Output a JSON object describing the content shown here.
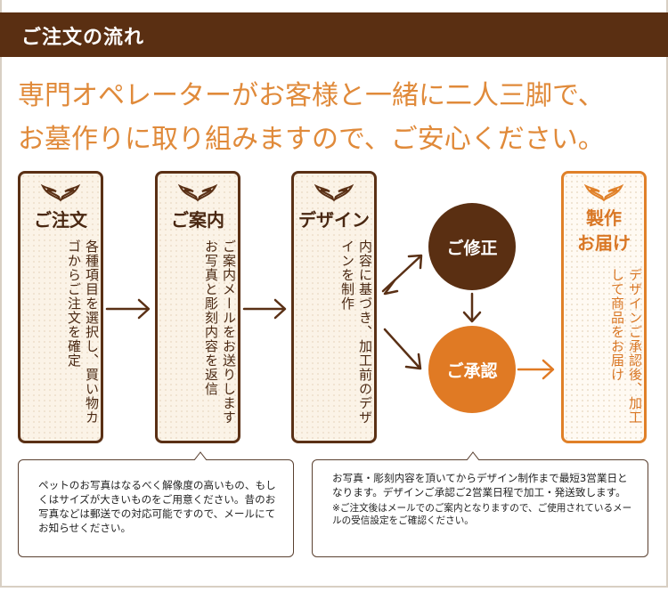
{
  "header": {
    "title": "ご注文の流れ"
  },
  "lead": {
    "line1": "専門オペレーターがお客様と一緒に二人三脚で、",
    "line2": "お墓作りに取り組みますので、ご安心ください。"
  },
  "steps": [
    {
      "title": "ご注文",
      "text": "各種項目を選択し、買い物カゴからご注文を確定"
    },
    {
      "title": "ご案内",
      "text": "ご案内メールをお送りしますお写真と彫刻内容を返信"
    },
    {
      "title": "デザイン",
      "text": "内容に基づき、加工前のデザインを制作"
    }
  ],
  "revise": {
    "label": "ご修正"
  },
  "approve": {
    "label": "ご承認"
  },
  "final": {
    "title_line1": "製作",
    "title_line2": "お届け",
    "text": "デザインご承認後、加工して商品をお届け"
  },
  "notes": {
    "photo": "ペットのお写真はなるべく解像度の高いもの、もしくはサイズが大きいものをご用意ください。昔のお写真などは郵送での対応可能ですので、メールにてお知らせください。",
    "schedule": "お写真・彫刻内容を頂いてからデザイン制作まで最短3営業日となります。デザインご承認ご2営業日程で加工・発送致します。",
    "schedule_note": "※ご注文後はメールでのご案内となりますので、ご使用されているメールの受信設定をご確認ください。"
  },
  "colors": {
    "brown": "#5a2f12",
    "orange": "#e07a24",
    "lead": "#e08a3a"
  }
}
